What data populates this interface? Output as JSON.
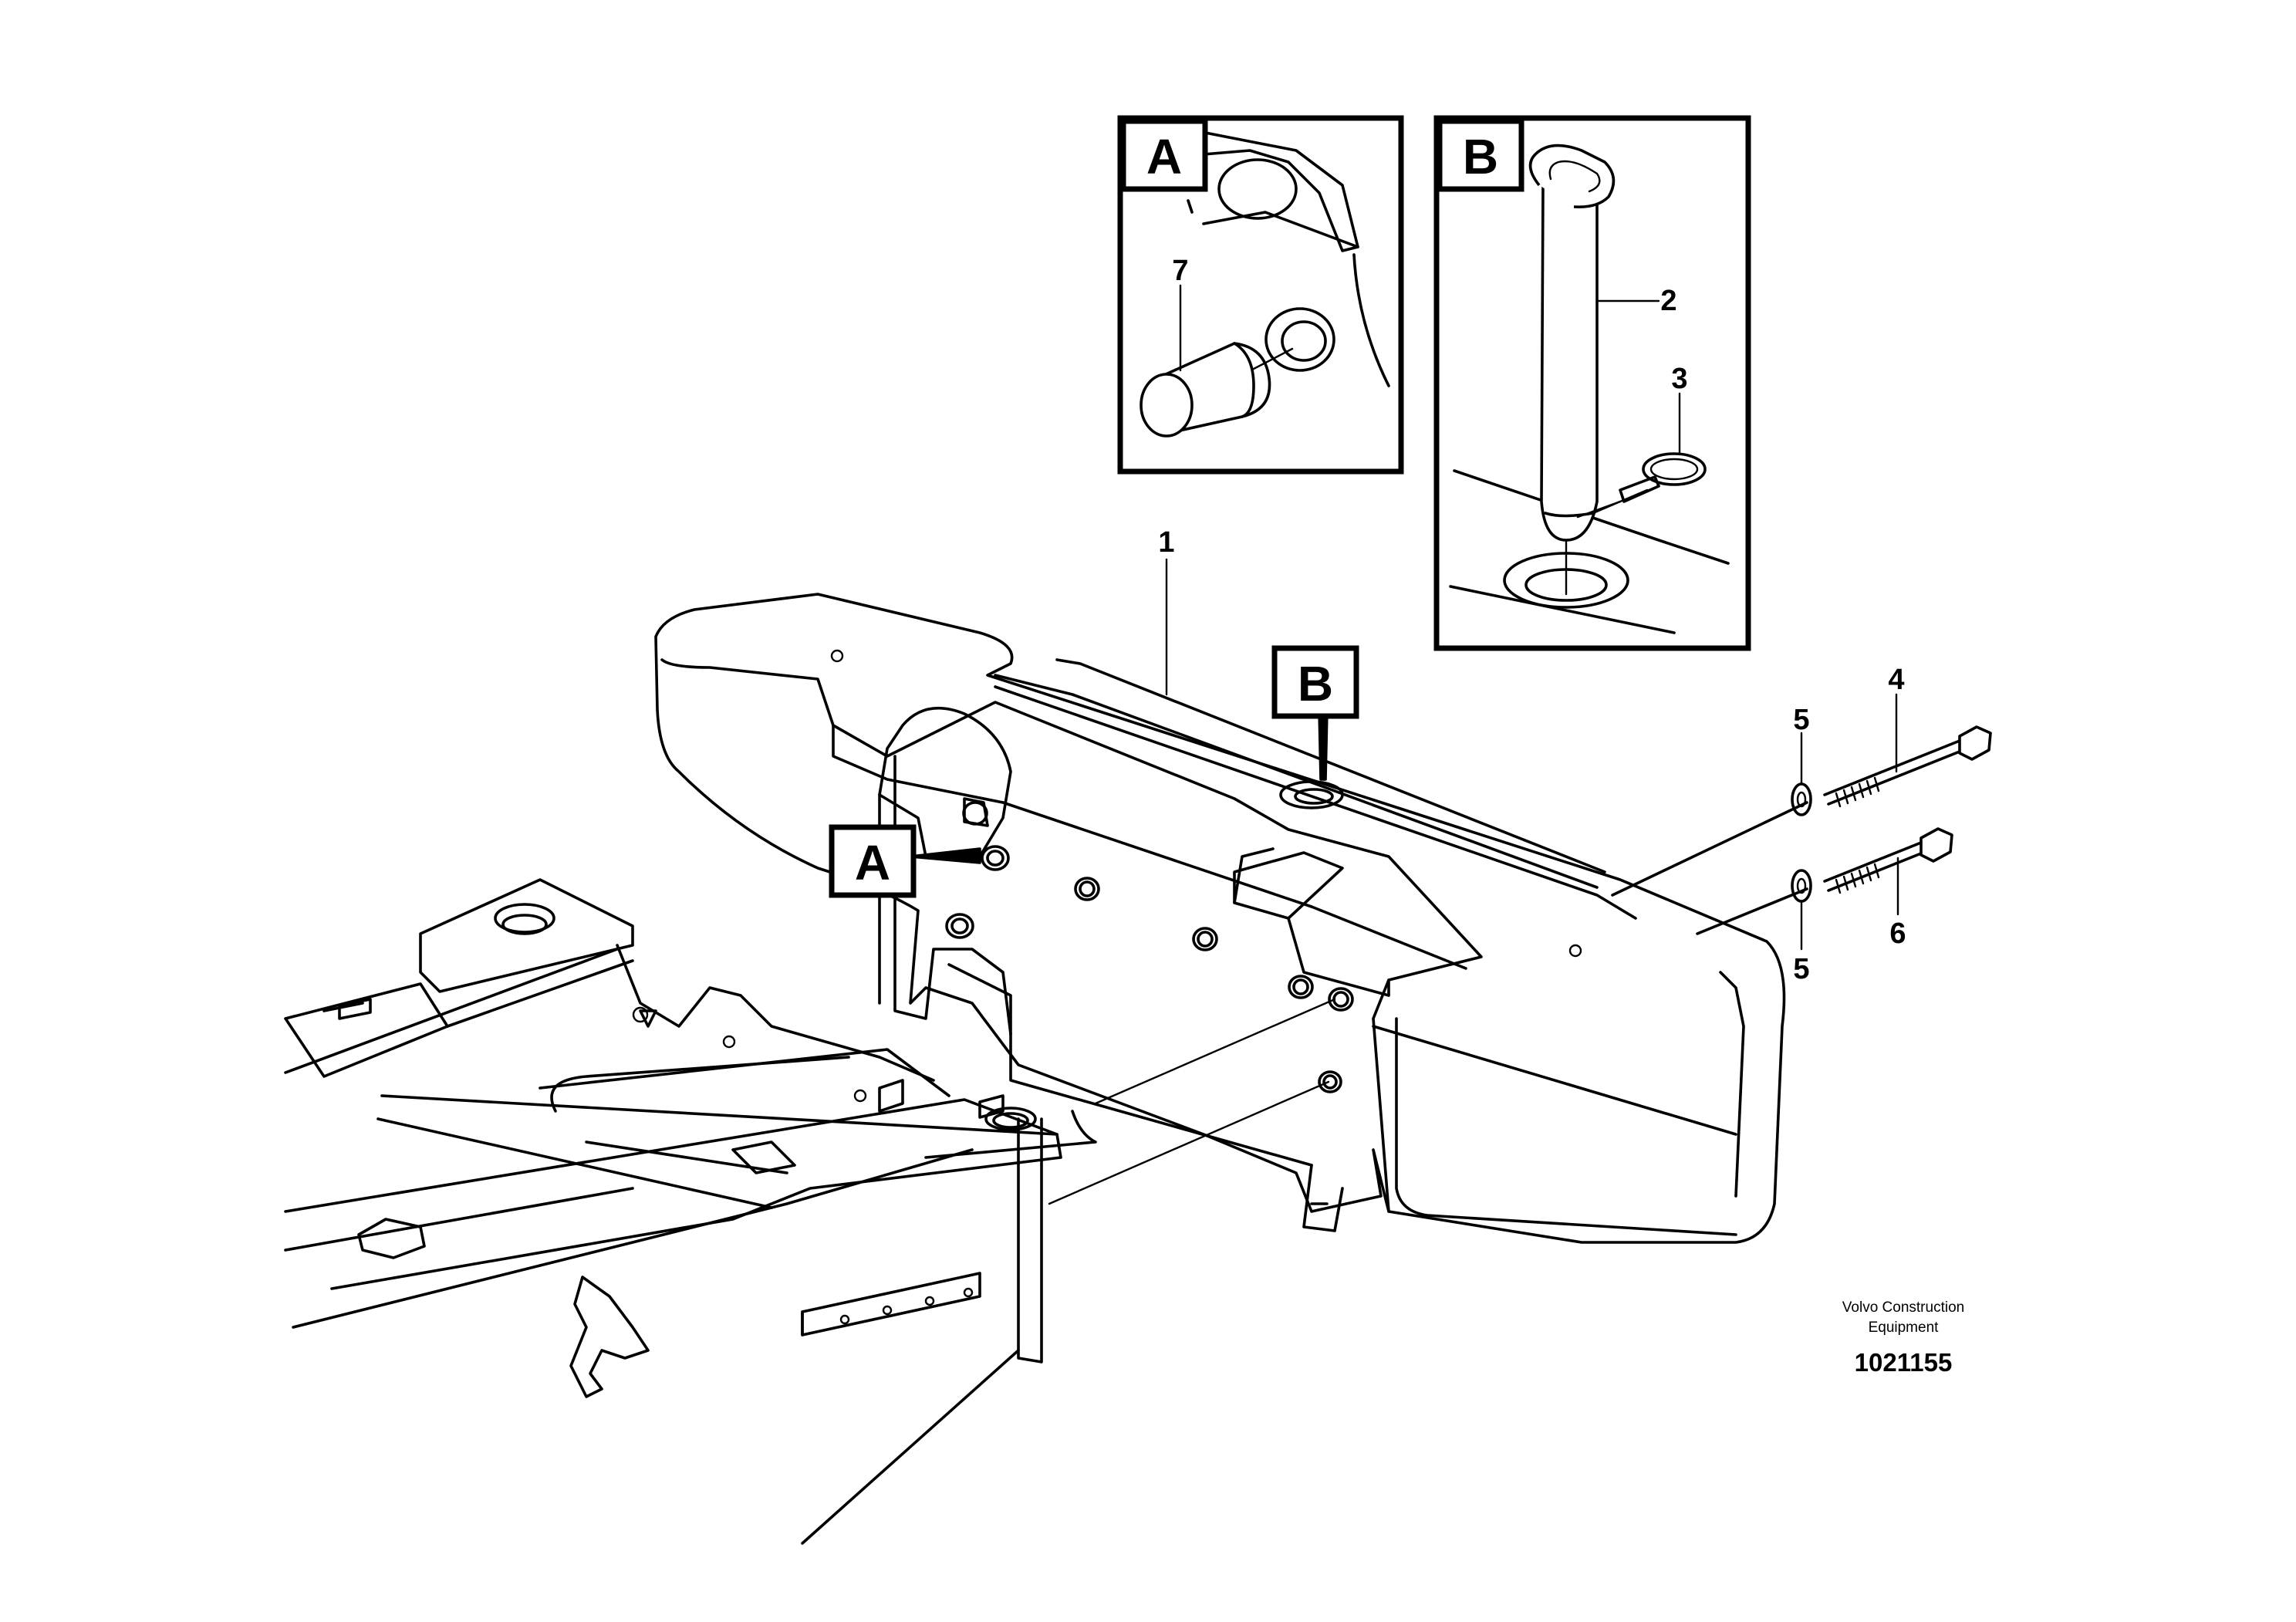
{
  "callouts": {
    "c1": "1",
    "c2": "2",
    "c3": "3",
    "c4": "4",
    "c5_top": "5",
    "c5_bottom": "5",
    "c6": "6",
    "c7": "7"
  },
  "detail_views": {
    "a_inset_label": "A",
    "b_inset_label": "B",
    "a_marker_label": "A",
    "b_marker_label": "B"
  },
  "credit": {
    "line1": "Volvo Construction",
    "line2": "Equipment",
    "drawing_number": "1021155"
  }
}
